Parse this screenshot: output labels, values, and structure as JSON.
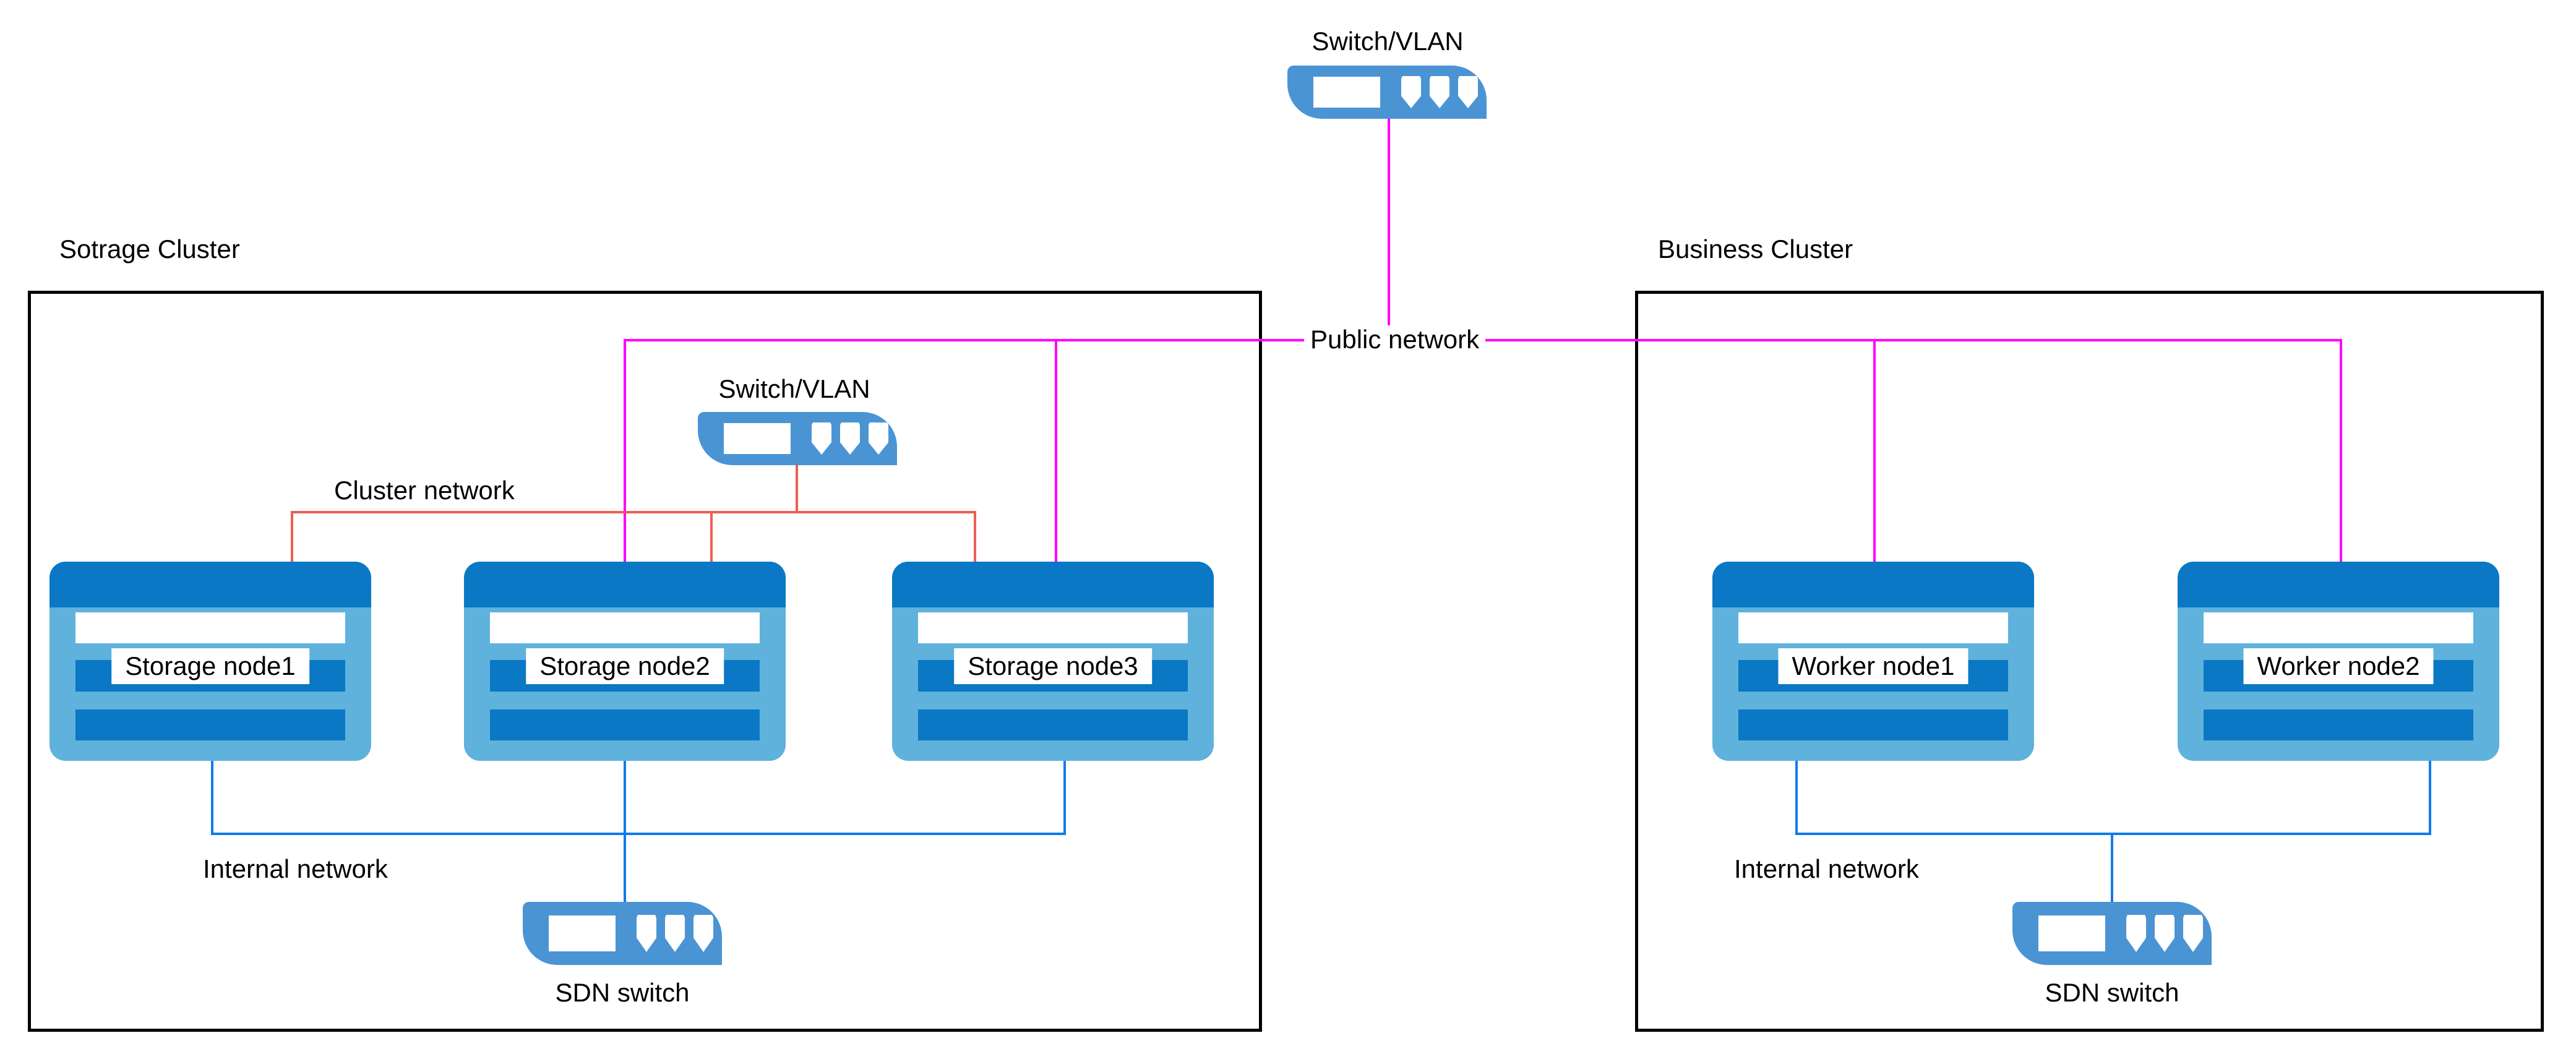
{
  "colors": {
    "node-dark": "#0a78c4",
    "node-light": "#5fb2dc",
    "switch-blue": "#4a94d4",
    "line-public": "#ff00ff",
    "line-cluster": "#ec5f54",
    "line-internal": "#107bec"
  },
  "top_switch": {
    "label": "Switch/VLAN"
  },
  "public_network": {
    "label": "Public network"
  },
  "storage_cluster": {
    "title": "Sotrage Cluster",
    "switch": {
      "label": "Switch/VLAN"
    },
    "cluster_network_label": "Cluster network",
    "internal_network_label": "Internal network",
    "sdn_switch_label": "SDN switch",
    "nodes": [
      {
        "label": "Storage node1"
      },
      {
        "label": "Storage node2"
      },
      {
        "label": "Storage node3"
      }
    ]
  },
  "business_cluster": {
    "title": "Business Cluster",
    "internal_network_label": "Internal network",
    "sdn_switch_label": "SDN switch",
    "nodes": [
      {
        "label": "Worker node1"
      },
      {
        "label": "Worker node2"
      }
    ]
  }
}
